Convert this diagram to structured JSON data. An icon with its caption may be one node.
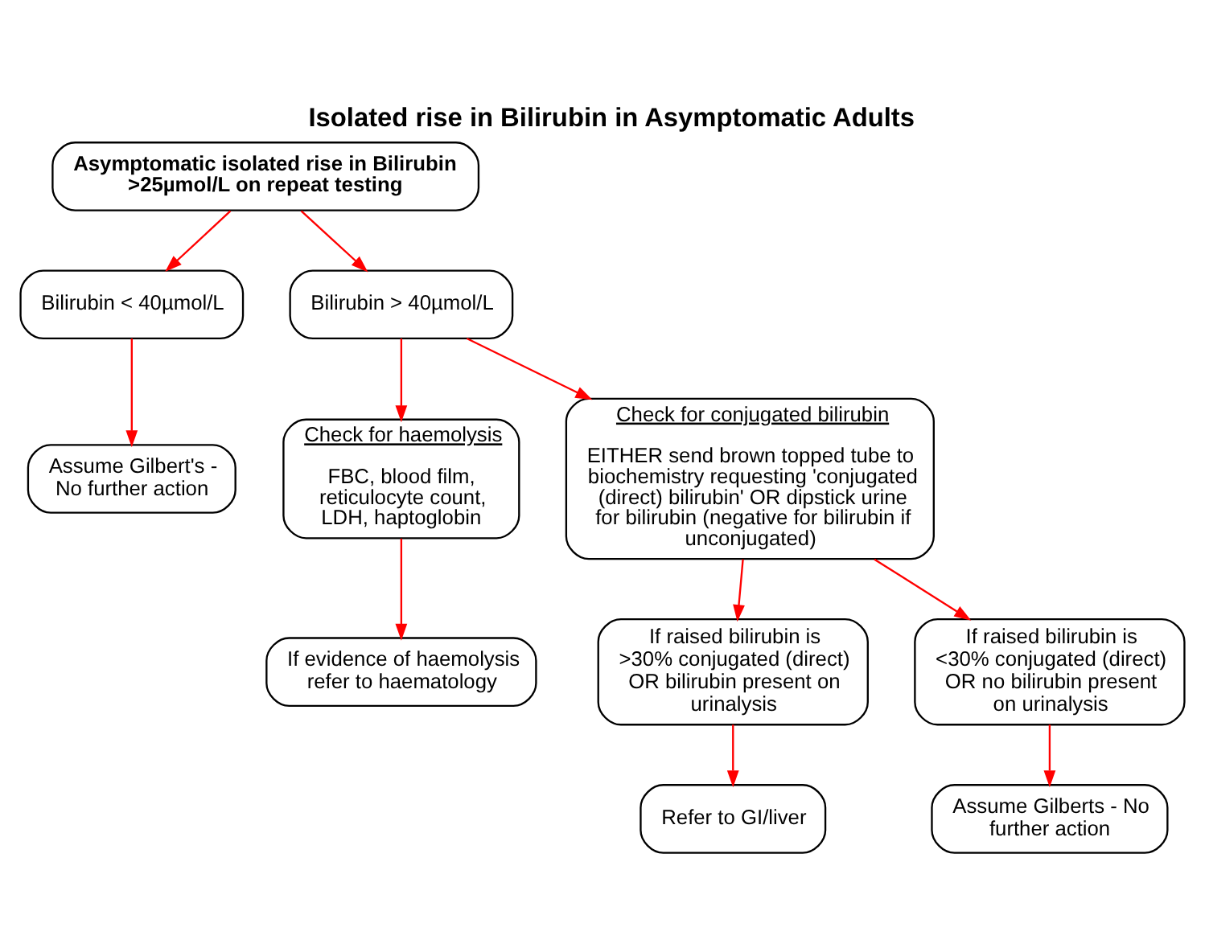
{
  "diagram": {
    "title": "Isolated rise in Bilirubin in Asymptomatic Adults",
    "nodes": [
      {
        "text": [
          "Asymptomatic isolated rise in Bilirubin >25µmol/L on repeat testing"
        ]
      },
      {
        "text": [
          "Bilirubin < 40µmol/L"
        ]
      },
      {
        "text": [
          "Bilirubin > 40µmol/L"
        ]
      },
      {
        "text": [
          "Assume Gilbert's - No further action"
        ]
      },
      {
        "text": [
          "Check for haemolysis",
          "FBC, blood film, reticulocyte count, LDH, haptoglobin"
        ]
      },
      {
        "text": [
          "Check for conjugated bilirubin",
          "EITHER send brown topped tube to biochemistry requesting 'conjugated (direct) bilirubin' OR dipstick urine for bilirubin (negative for bilirubin if unconjugated)"
        ]
      },
      {
        "text": [
          "If evidence of haemolysis refer to haematology"
        ]
      },
      {
        "text": [
          "If raised bilirubin is >30% conjugated (direct) OR bilirubin present on urinalysis"
        ]
      },
      {
        "text": [
          "If raised bilirubin is <30% conjugated (direct) OR no bilirubin present on urinalysis"
        ]
      },
      {
        "text": [
          "Refer to GI/liver"
        ]
      },
      {
        "text": [
          "Assume Gilberts - No further action"
        ]
      }
    ],
    "edges": [
      {
        "from": 0,
        "to": 1,
        "arrow": "to"
      },
      {
        "from": 0,
        "to": 2,
        "arrow": "to"
      },
      {
        "from": 1,
        "to": 3,
        "arrow": "to"
      },
      {
        "from": 2,
        "to": 4,
        "arrow": "to"
      },
      {
        "from": 2,
        "to": 5,
        "arrow": "to"
      },
      {
        "from": 4,
        "to": 6,
        "arrow": "to"
      },
      {
        "from": 5,
        "to": 7,
        "arrow": "to"
      },
      {
        "from": 5,
        "to": 8,
        "arrow": "to"
      },
      {
        "from": 7,
        "to": 9,
        "arrow": "to"
      },
      {
        "from": 8,
        "to": 10,
        "arrow": "to"
      }
    ]
  }
}
